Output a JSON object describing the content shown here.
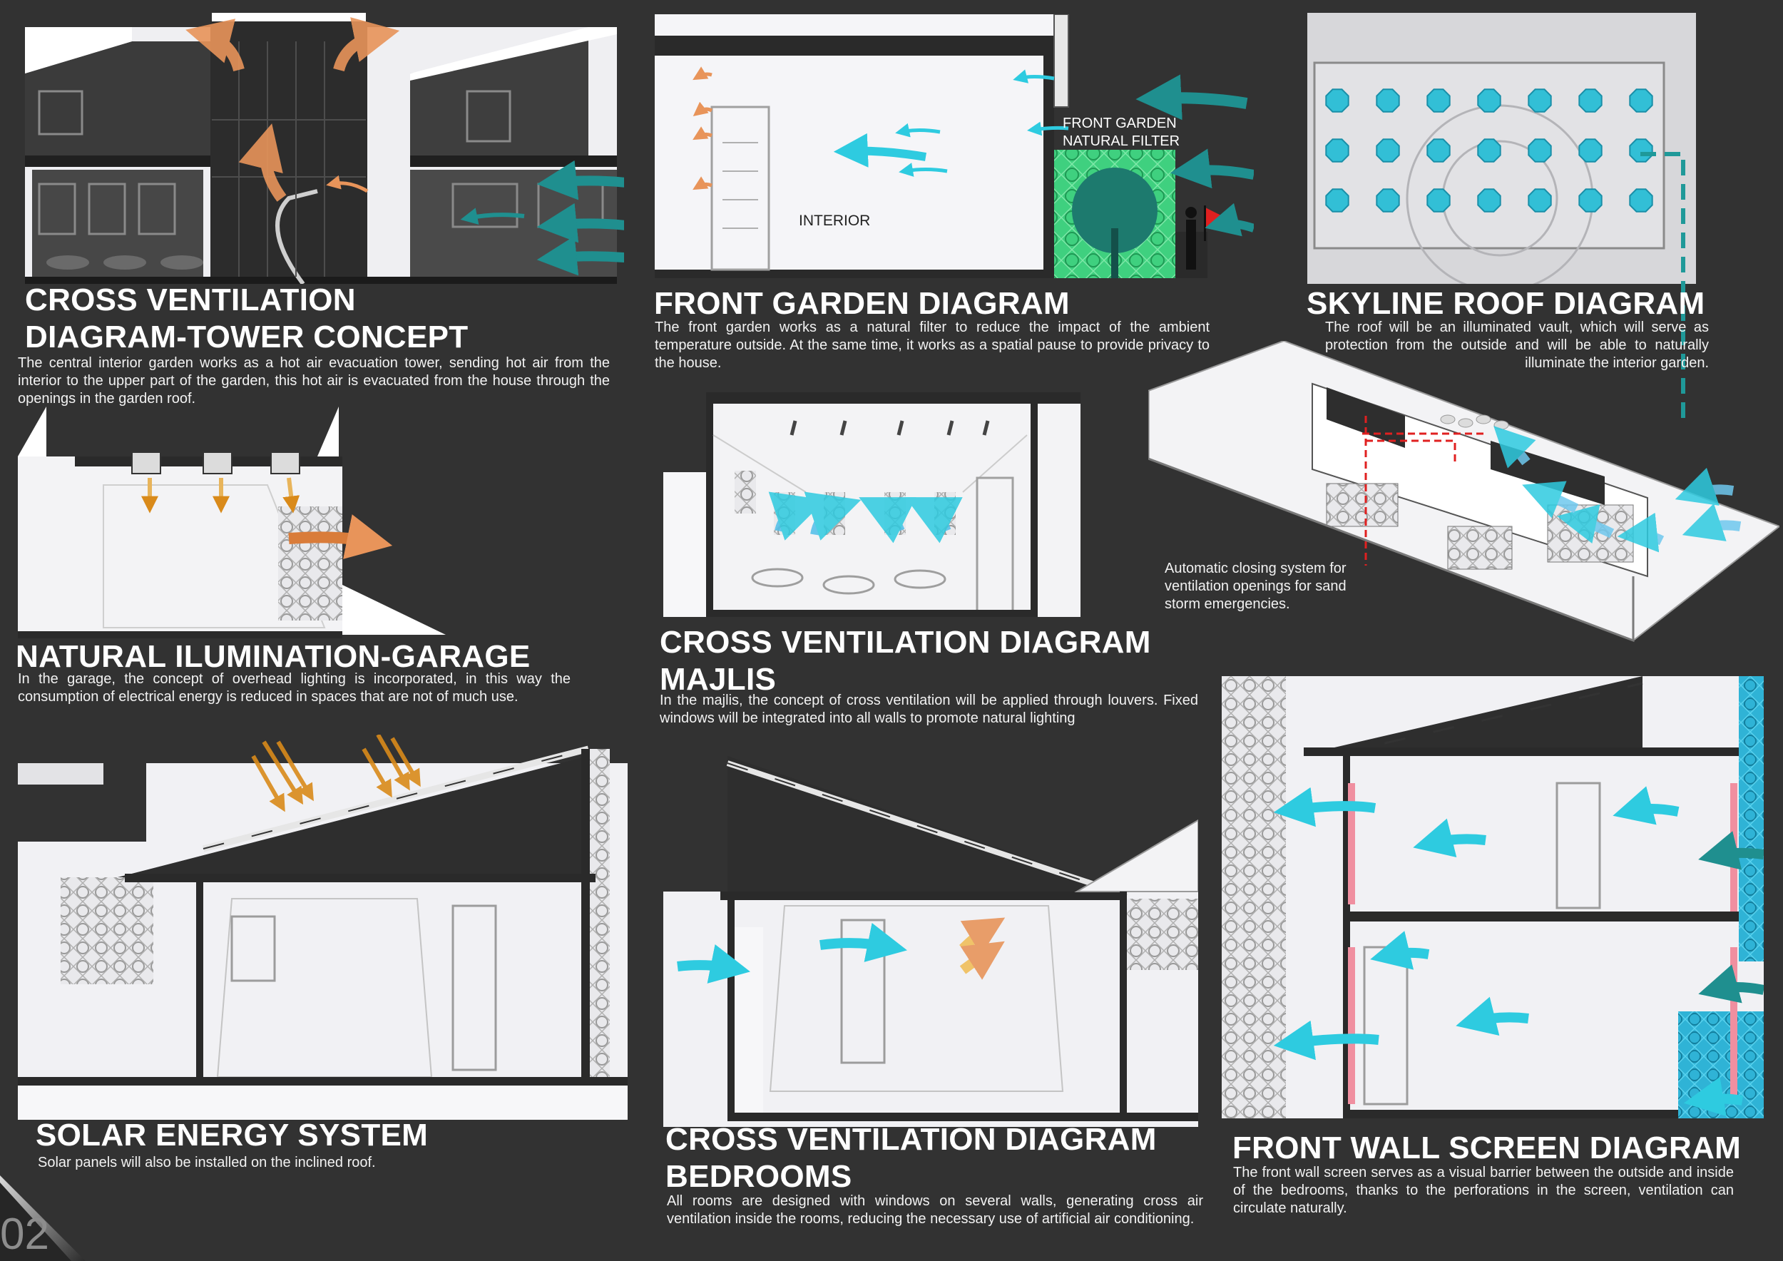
{
  "colors": {
    "background": "#323232",
    "drawing_fill": "#f3f3f5",
    "dark_fill": "#2e2e2e",
    "cool_air": "#2ecbe0",
    "teal_air": "#1f8f8f",
    "hot_air": "#e8945a",
    "solar_ray": "#d98a1a",
    "garden_green": "#3fd07f",
    "screen_blue": "#2fb3d6",
    "alert_red": "#e02020"
  },
  "panels": {
    "tower": {
      "title_line1": "CROSS VENTILATION",
      "title_line2": "DIAGRAM-TOWER CONCEPT",
      "description": "The central interior garden works as a hot air evacuation tower, sending hot air from the interior to the upper part of the garden, this hot air is evacuated from the house through the openings in the garden roof."
    },
    "front_garden": {
      "title": "FRONT GARDEN DIAGRAM",
      "description": "The front garden works as a natural filter to reduce the impact of the ambient temperature outside. At the same time, it works as a spatial pause to provide privacy to the house.",
      "label_filter_line1": "FRONT GARDEN",
      "label_filter_line2": "NATURAL FILTER",
      "label_interior": "INTERIOR"
    },
    "skyline": {
      "title": "SKYLINE ROOF DIAGRAM",
      "description": "The roof will be an illuminated vault, which will serve as protection from the outside and will be able to naturally illuminate the interior garden."
    },
    "garage": {
      "title": "NATURAL ILUMINATION-GARAGE",
      "description": "In the garage, the concept of overhead lighting is incorporated, in this way the consumption of electrical energy is reduced in spaces that are not of much use."
    },
    "majlis": {
      "title_line1": "CROSS VENTILATION DIAGRAM",
      "title_line2": "MAJLIS",
      "description": "In the majlis, the concept of cross ventilation will be applied through louvers. Fixed windows will be integrated into all walls to promote natural lighting"
    },
    "auto_closing": {
      "description": "Automatic closing system for ventilation openings  for sand storm emergencies."
    },
    "solar": {
      "title": "SOLAR ENERGY SYSTEM",
      "description": "Solar panels will also be installed on the inclined roof."
    },
    "bedrooms": {
      "title_line1": "CROSS VENTILATION DIAGRAM",
      "title_line2": "BEDROOMS",
      "description": "All rooms are designed with windows on several walls, generating cross air ventilation inside the rooms, reducing the necessary use of artificial air conditioning."
    },
    "front_wall": {
      "title": "FRONT WALL SCREEN DIAGRAM",
      "description": "The front wall screen serves as a visual barrier between the outside and inside of the bedrooms, thanks to the perforations in the screen, ventilation can circulate naturally."
    }
  },
  "page_number": "02"
}
